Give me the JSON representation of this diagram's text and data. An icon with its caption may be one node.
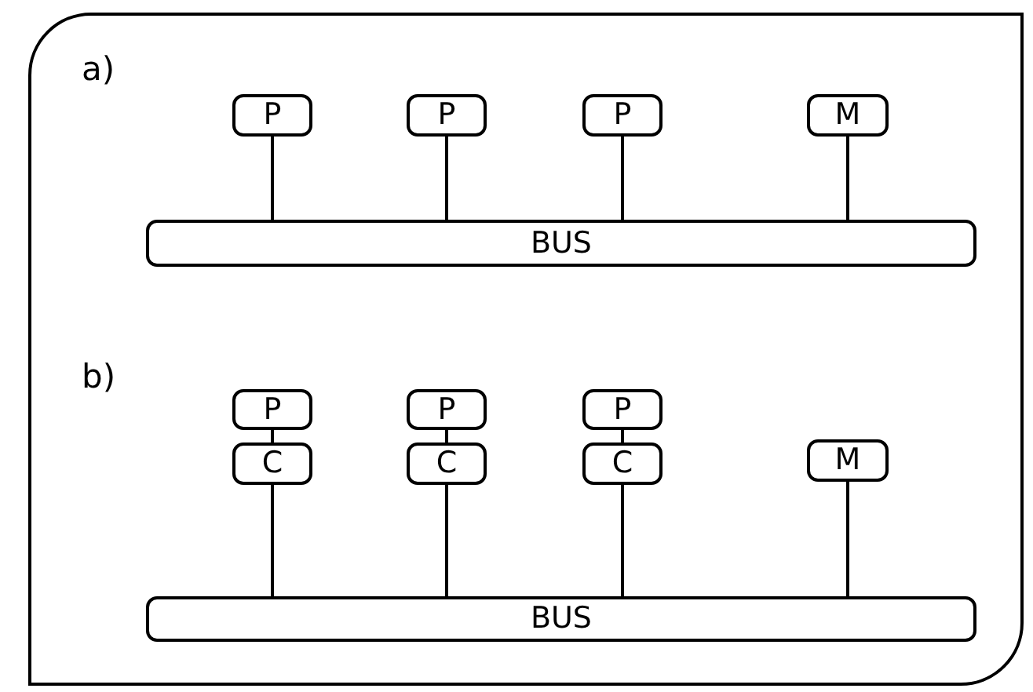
{
  "diagram": {
    "nodes": [
      {
        "text": [],
        "shape": "box"
      },
      {
        "text": [
          "P"
        ],
        "in": 0
      },
      {
        "text": [
          "P"
        ],
        "in": 0
      },
      {
        "text": [
          "P"
        ],
        "in": 0
      },
      {
        "text": [
          "M"
        ],
        "in": 0
      },
      {
        "text": [
          "BUS"
        ],
        "in": 0
      },
      {
        "text": [
          "P"
        ],
        "in": 0
      },
      {
        "text": [
          "P"
        ],
        "in": 0
      },
      {
        "text": [
          "P"
        ],
        "in": 0
      },
      {
        "text": [
          "C"
        ],
        "in": 0
      },
      {
        "text": [
          "C"
        ],
        "in": 0
      },
      {
        "text": [
          "C"
        ],
        "in": 0
      },
      {
        "text": [
          "M"
        ],
        "in": 0
      },
      {
        "text": [
          "BUS"
        ],
        "in": 0
      }
    ],
    "edges": [
      {
        "from": 1,
        "to": 5,
        "arrow": "none"
      },
      {
        "from": 2,
        "to": 5,
        "arrow": "none"
      },
      {
        "from": 3,
        "to": 5,
        "arrow": "none"
      },
      {
        "from": 4,
        "to": 5,
        "arrow": "none"
      },
      {
        "from": 6,
        "to": 9,
        "arrow": "none"
      },
      {
        "from": 7,
        "to": 10,
        "arrow": "none"
      },
      {
        "from": 8,
        "to": 11,
        "arrow": "none"
      },
      {
        "from": 9,
        "to": 13,
        "arrow": "none"
      },
      {
        "from": 10,
        "to": 13,
        "arrow": "none"
      },
      {
        "from": 11,
        "to": 13,
        "arrow": "none"
      },
      {
        "from": 12,
        "to": 13,
        "arrow": "none"
      }
    ],
    "labels": [
      "a)",
      "b)"
    ]
  }
}
